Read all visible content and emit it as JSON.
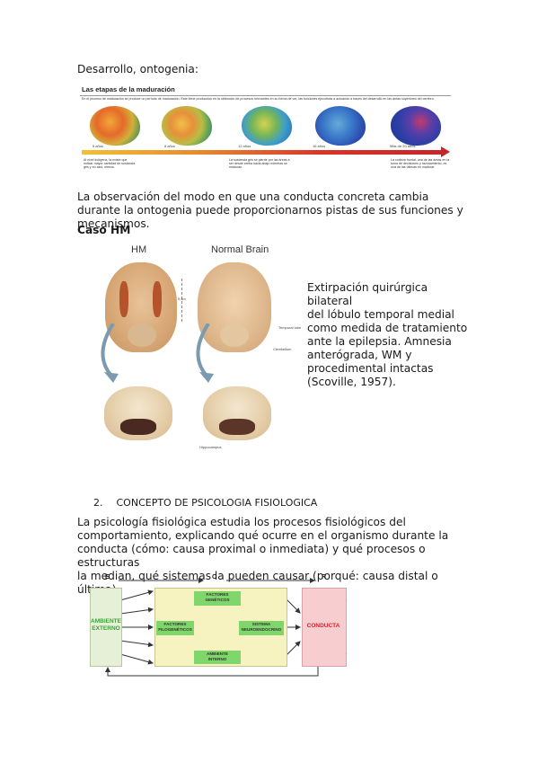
{
  "heading_1": "Desarrollo, ontogenia:",
  "maturation_figure": {
    "title": "Las etapas de la maduración",
    "intro": "En el proceso de maduración se produce un período de maduración. Este tiene producción en la obtención de procesos relevantes en su forma de ver, las funciones ejecutivas a actuando a través del desarrollo en las áreas superiores del cerebro.",
    "ages": [
      "5 años",
      "8 años",
      "12 años",
      "16 años",
      "Más de 20 años"
    ],
    "caption_left": "Al nivel indígena, la existe que indicar mayor cantidad de sustancia gris y en azul, menos.",
    "caption_mid": "La sustancia gris se pierde por las áreas a ser desde arriba hacia abajo mientras se maduran.",
    "caption_right": "La corteza frontal, una de las áreas en la toma de decisiones y razonamiento, es una de las últimas en madurar."
  },
  "paragraph_ontogeny": "La observación del modo en que una conducta concreta cambia durante la ontogenia puede proporcionarnos pistas de sus funciones y mecanismos.",
  "heading_hm": "Caso HM",
  "hm_figure": {
    "label_hm": "HM",
    "label_normal": "Normal Brain",
    "label_scale": "5 cm",
    "label_temporal": "Temporal lobe",
    "label_cerebellum": "Cerebellum",
    "label_hippocampus": "Hippocampus"
  },
  "hm_description": [
    "Extirpación quirúrgica bilateral",
    "del lóbulo temporal medial",
    "como medida de tratamiento",
    "ante la epilepsia. Amnesia",
    "anterógrada, WM y",
    "procedimental intactas",
    "(Scoville, 1957)."
  ],
  "section_2": {
    "number": "2.",
    "title": "CONCEPTO DE PSICOLOGIA FISIOLOGICA"
  },
  "paragraph_psych": [
    "La psicología fisiológica estudia los procesos fisiológicos del",
    "comportamiento, explicando qué ocurre en el organismo durante la",
    "conducta (cómo: causa proximal o inmediata) y qué procesos o estructuras",
    "la median, qué sistemas la pueden causar (porqué: causa distal o última)."
  ],
  "eor_diagram": {
    "label_e": "E",
    "label_o": "O",
    "label_r": "R",
    "ambiente_externo": [
      "AMBIENTE",
      "EXTERNO"
    ],
    "factores_geneticos": [
      "FACTORES",
      "GENÉTICOS"
    ],
    "factores_filogeneticos": [
      "FACTORES",
      "FILOGENÉTICOS"
    ],
    "sistema_neuroendocrino": [
      "SISTEMA",
      "NEUROENDOCRINO"
    ],
    "ambiente_interno": [
      "AMBIENTE",
      "INTERNO"
    ],
    "conducta": "CONDUCTA",
    "colors": {
      "ambiente_fill": "#e6f0d6",
      "green_label": "#3aa33a",
      "box_green": "#7fd66a",
      "center_fill": "#f6f3c0",
      "conducta_fill": "#f7cdd0",
      "conducta_text": "#e0202a"
    }
  }
}
